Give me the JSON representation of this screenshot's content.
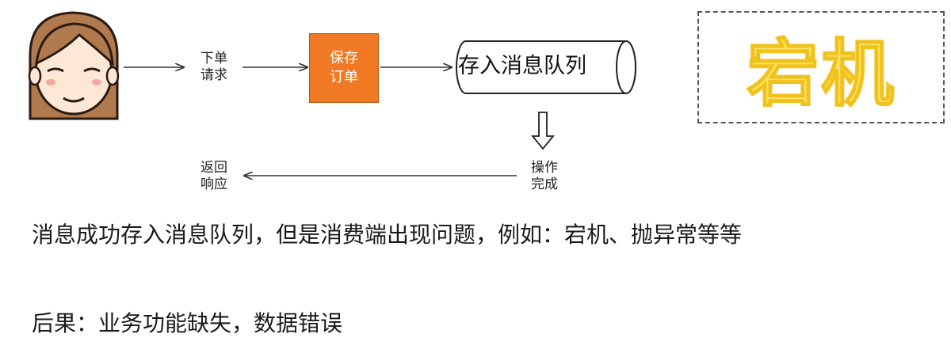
{
  "diagram": {
    "step_order_request": [
      "下单",
      "请求"
    ],
    "step_save_order": [
      "保存",
      "订单"
    ],
    "queue_label": "存入消息队列",
    "step_done": [
      "操作",
      "完成"
    ],
    "step_response": [
      "返回",
      "响应"
    ],
    "crash_label": "宕机"
  },
  "text": {
    "line1": "消息成功存入消息队列，但是消费端出现问题，例如：宕机、抛异常等等",
    "line2": "后果：业务功能缺失，数据错误"
  },
  "colors": {
    "face_skin": "#fde8d6",
    "hair": "#b07a4e",
    "orange_box": "#f07a24",
    "crash_fill": "#ffe56a",
    "crash_stroke": "#f0c21e"
  },
  "icons": {
    "user": "user-face-icon"
  }
}
